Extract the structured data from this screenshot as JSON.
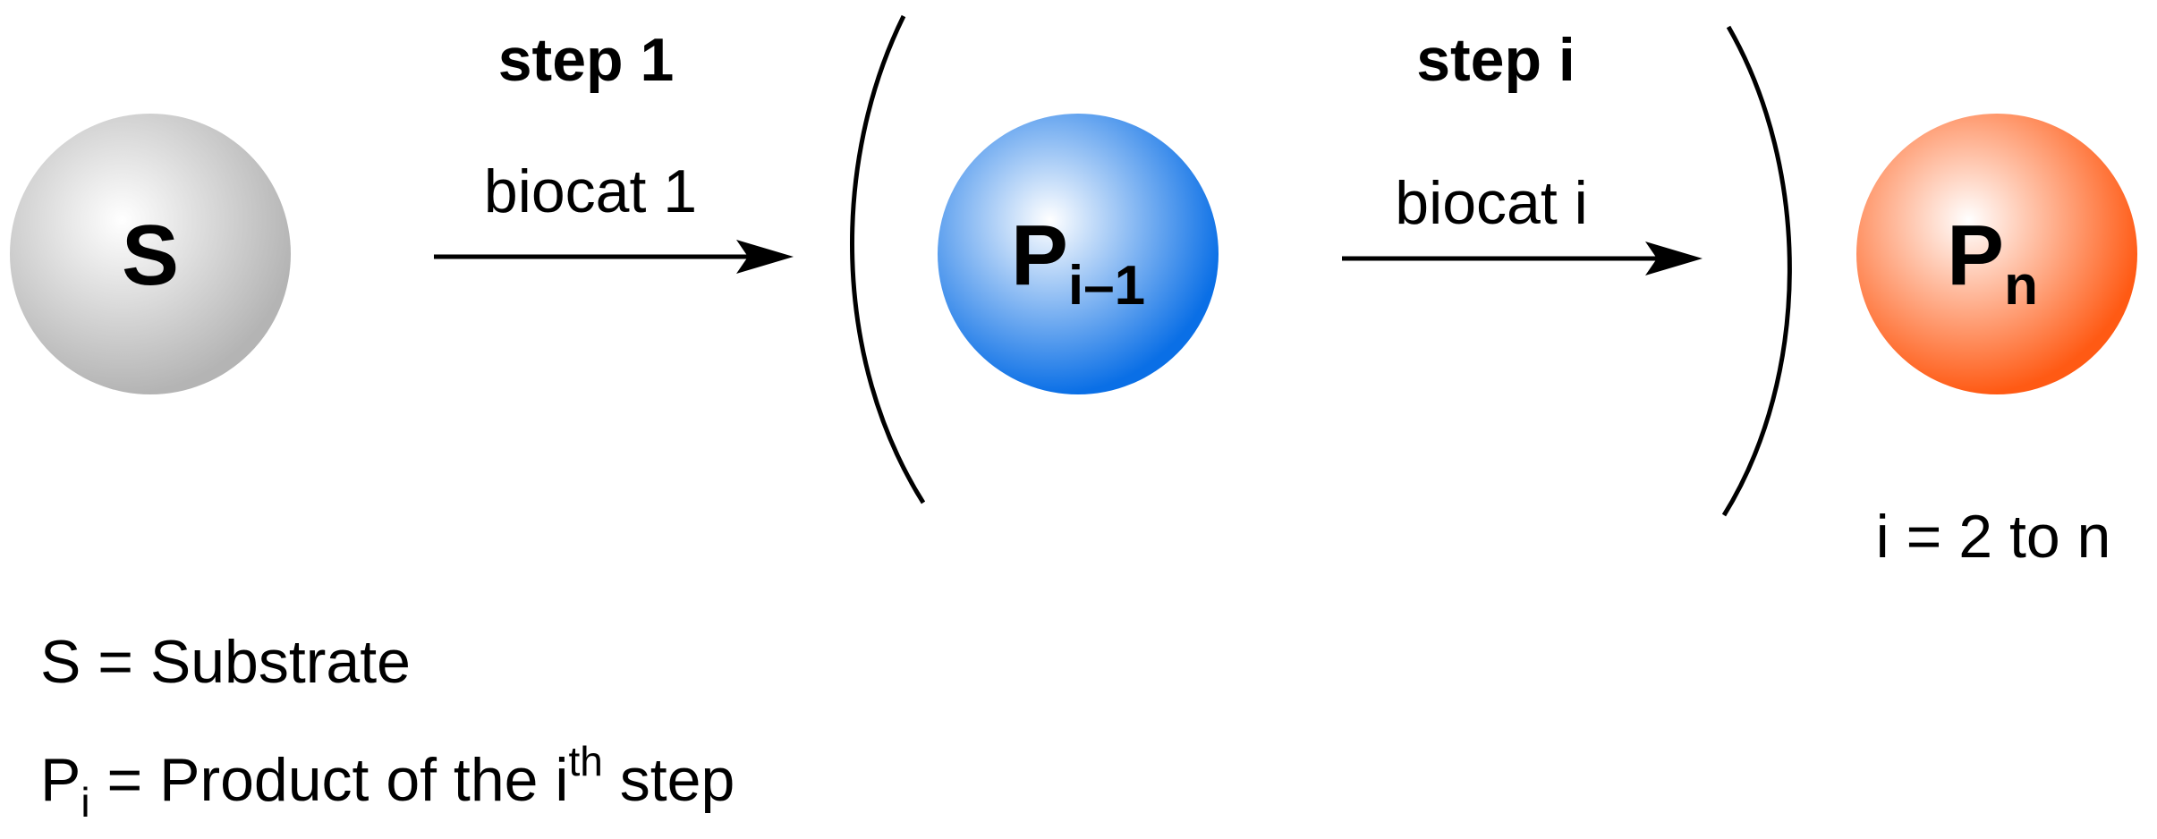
{
  "nodes": {
    "substrate": {
      "symbol": "S",
      "color_light": "#ffffff",
      "color_dark": "#b4b4b4"
    },
    "intermediate": {
      "symbol": "P",
      "subscript": "i–1",
      "color_light": "#ffffff",
      "color_dark": "#0a6fe6"
    },
    "final": {
      "symbol": "P",
      "subscript": "n",
      "color_light": "#ffffff",
      "color_dark": "#ff5a14"
    }
  },
  "steps": [
    {
      "title": "step 1",
      "catalyst": "biocat 1"
    },
    {
      "title": "step i",
      "catalyst": "biocat i"
    }
  ],
  "range_note": "i = 2 to n",
  "legend": {
    "substrate_def": "S = Substrate",
    "product_symbol": "P",
    "product_sub": "i",
    "product_def_before": " = Product of the i",
    "product_def_sup": "th",
    "product_def_after": " step"
  }
}
